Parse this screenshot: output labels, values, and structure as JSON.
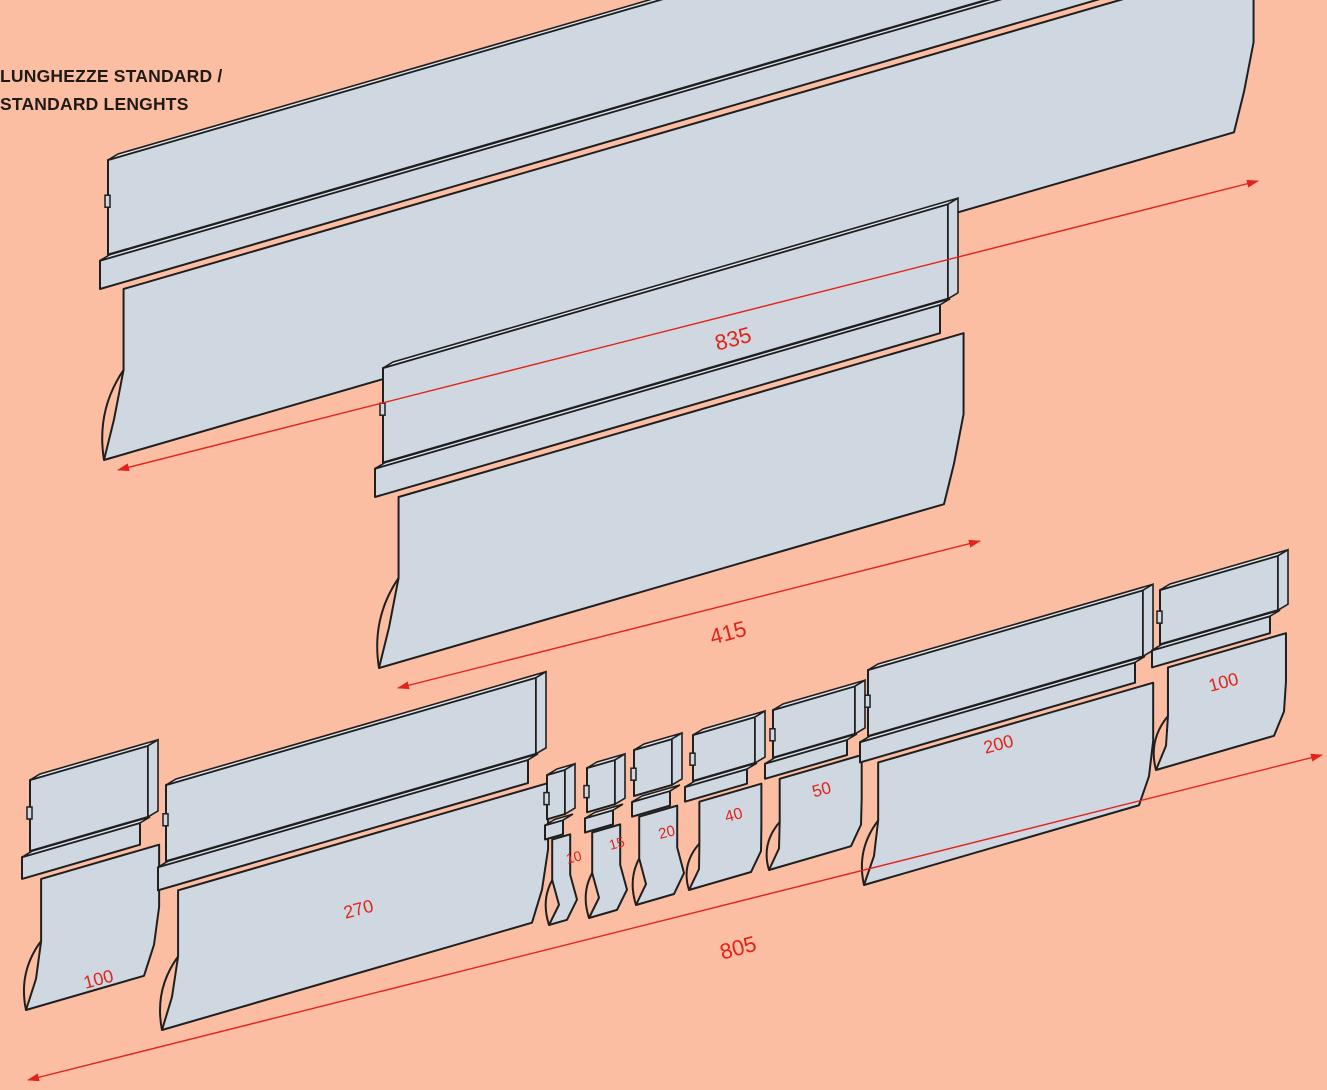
{
  "heading": {
    "line1": "LUNGHEZZE STANDARD /",
    "line2": "STANDARD LENGHTS"
  },
  "colors": {
    "background": "#FBBEA3",
    "segment_face": "#CFD8E0",
    "segment_top": "#DEE5EC",
    "segment_outline": "#1f1f1f",
    "dimension": "#E2231A"
  },
  "assemblies": [
    {
      "id": "full-length",
      "total_label": "835"
    },
    {
      "id": "half-length",
      "total_label": "415"
    },
    {
      "id": "sectioned",
      "total_label": "805",
      "pieces": [
        "100",
        "270",
        "10",
        "15",
        "20",
        "40",
        "50",
        "200",
        "100"
      ]
    }
  ]
}
